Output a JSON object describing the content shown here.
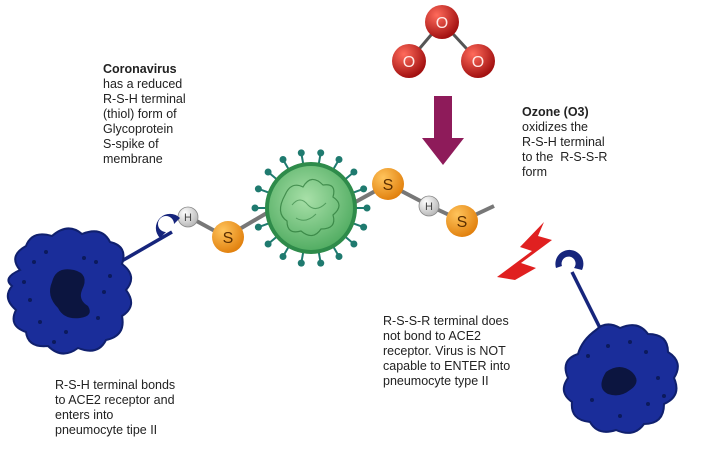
{
  "ozone_molecule": {
    "atom_labels": [
      "O",
      "O",
      "O"
    ]
  },
  "coronavirus_note": {
    "heading": "Coronavirus",
    "lines": [
      "has a reduced",
      "R-S-H terminal",
      "(thiol) form of",
      "Glycoprotein",
      "S-spike of",
      "membrane"
    ]
  },
  "ozone_note": {
    "heading": "Ozone (O3)",
    "lines": [
      "oxidizes the",
      "R-S-H terminal",
      "to the  R-S-S-R",
      "form"
    ]
  },
  "left_chain_labels": {
    "h": "H",
    "s": "S"
  },
  "right_chain_labels": {
    "s1": "S",
    "h": "H",
    "s2": "S"
  },
  "rssr_note": {
    "lines": [
      "R-S-S-R terminal does",
      "not bond to ACE2",
      "receptor. Virus is NOT",
      "capable to ENTER into",
      "pneumocyte type II"
    ]
  },
  "rsh_note": {
    "lines": [
      "R-S-H terminal bonds",
      "to ACE2 receptor and",
      "enters into",
      "pneumocyte tipe II"
    ]
  },
  "colors": {
    "ozone": "#c81e1e",
    "arrow": "#8e1b5a",
    "sulfur": "#f29a1a",
    "hydrogen": "#d9d9d9",
    "virus_core": "#7fc98a",
    "virus_ring": "#2e8b4a",
    "virus_spikes": "#1f7a6f",
    "cell": "#1a2d9a",
    "receptor": "#16257c",
    "lightning": "#e02020"
  }
}
